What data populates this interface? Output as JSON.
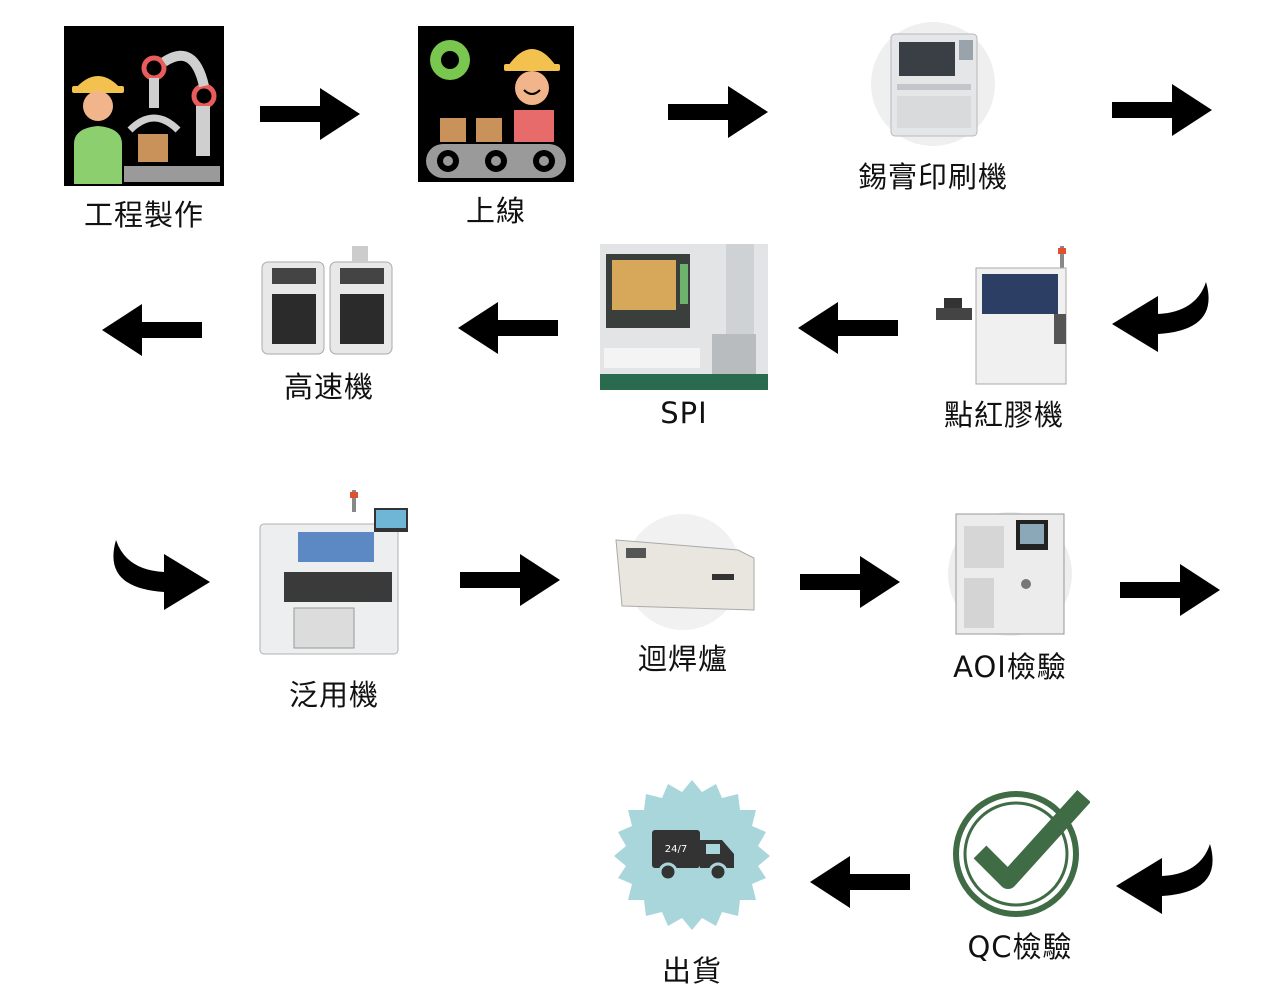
{
  "diagram": {
    "steps": [
      {
        "id": "engineering",
        "label": "工程製作"
      },
      {
        "id": "line-up",
        "label": "上線"
      },
      {
        "id": "solder-printer",
        "label": "錫膏印刷機"
      },
      {
        "id": "glue-dispenser",
        "label": "點紅膠機"
      },
      {
        "id": "spi",
        "label": "SPI"
      },
      {
        "id": "high-speed",
        "label": "高速機"
      },
      {
        "id": "general-purpose",
        "label": "泛用機"
      },
      {
        "id": "reflow",
        "label": "迴焊爐"
      },
      {
        "id": "aoi",
        "label": "AOI檢驗"
      },
      {
        "id": "qc",
        "label": "QC檢驗"
      },
      {
        "id": "ship",
        "label": "出貨"
      }
    ],
    "truck_badge": "24/7"
  },
  "colors": {
    "arrow": "#000000",
    "icon_bg": "#000000",
    "qc_green": "#3f6b45",
    "ship_badge": "#a9d6db",
    "helmet": "#f3c24e",
    "skin": "#f2b48a",
    "shirt_green": "#8ccf6e",
    "gear_green": "#7ac74f",
    "box": "#c9925a"
  }
}
